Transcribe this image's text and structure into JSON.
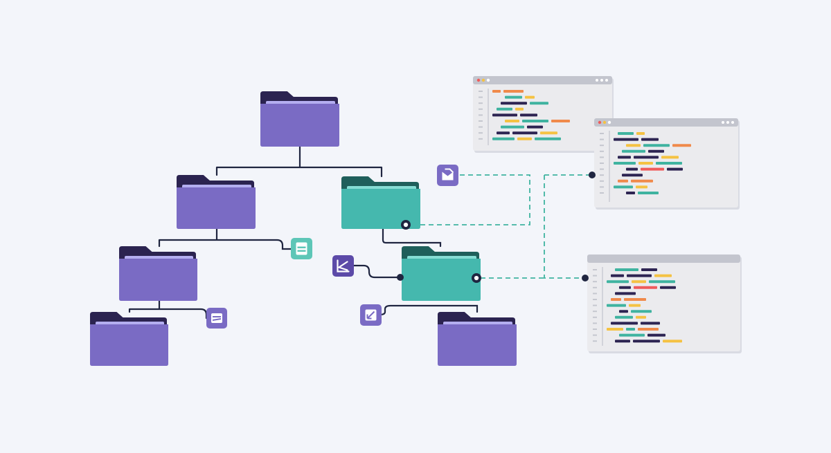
{
  "colors": {
    "background": "#f3f5fa",
    "folder_purple": "#7a6bc4",
    "folder_purple_back": "#2b2350",
    "folder_purple_tab": "#b4aef0",
    "folder_teal": "#45b8ae",
    "folder_teal_back": "#1f5f5b",
    "folder_teal_tab": "#86ddd4",
    "connector_line": "#1f2540",
    "dashed_line": "#3fb3a0",
    "badge_purple": "#7a6bc4",
    "badge_dark_purple": "#5c4aa8",
    "badge_teal": "#5dc6b7",
    "window_bg": "#ebebee",
    "window_titlebar": "#c3c5ce",
    "code_orange": "#f08a4b",
    "code_teal": "#3fb3a0",
    "code_navy": "#2d2452",
    "code_yellow": "#f5c243",
    "code_red": "#ef5b5b"
  },
  "diagram": {
    "type": "folder-hierarchy-with-code-windows",
    "folders": [
      {
        "id": "root",
        "variant": "purple"
      },
      {
        "id": "left-child",
        "variant": "purple"
      },
      {
        "id": "right-child",
        "variant": "teal"
      },
      {
        "id": "left-grandchild",
        "variant": "purple"
      },
      {
        "id": "left-great-grandchild",
        "variant": "purple"
      },
      {
        "id": "right-grandchild",
        "variant": "teal"
      },
      {
        "id": "right-great-grandchild",
        "variant": "purple"
      }
    ],
    "badges": [
      {
        "id": "list-badge",
        "icon": "list-icon",
        "variant": "teal"
      },
      {
        "id": "arrow-badge",
        "icon": "transfer-icon",
        "variant": "purple"
      },
      {
        "id": "merge-badge",
        "icon": "merge-icon",
        "variant": "dark_purple"
      },
      {
        "id": "edit-badge",
        "icon": "edit-icon",
        "variant": "purple"
      },
      {
        "id": "send-badge",
        "icon": "send-icon",
        "variant": "purple"
      }
    ],
    "code_windows": [
      {
        "id": "code-window-top",
        "titlebar_dots": true
      },
      {
        "id": "code-window-middle",
        "titlebar_dots": true
      },
      {
        "id": "code-window-bottom",
        "titlebar_dots": false
      }
    ]
  }
}
